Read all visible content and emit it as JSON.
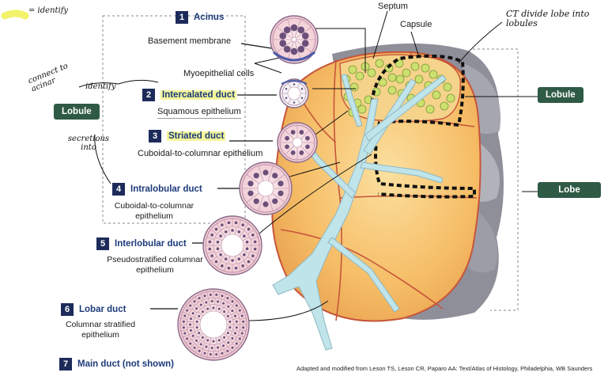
{
  "labels": {
    "acinus": "Acinus",
    "basement_membrane": "Basement membrane",
    "myoepithelial": "Myoepithelial cells",
    "septum": "Septum",
    "capsule": "Capsule",
    "lobule": "Lobule",
    "lobe": "Lobe"
  },
  "ducts": [
    {
      "num": "1",
      "name": "Acinus",
      "epithelium": ""
    },
    {
      "num": "2",
      "name": "Intercalated duct",
      "epithelium": "Squamous epithelium"
    },
    {
      "num": "3",
      "name": "Striated duct",
      "epithelium": "Cuboidal-to-columnar epithelium"
    },
    {
      "num": "4",
      "name": "Intralobular duct",
      "epithelium": "Cuboidal-to-columnar epithelium"
    },
    {
      "num": "5",
      "name": "Interlobular duct",
      "epithelium": "Pseudostratified columnar epithelium"
    },
    {
      "num": "6",
      "name": "Lobar duct",
      "epithelium": "Columnar stratified epithelium"
    },
    {
      "num": "7",
      "name": "Main duct (not shown)",
      "epithelium": ""
    }
  ],
  "handwritten": {
    "identify_top": "= identify",
    "connect": "connect to acinar",
    "identify_mid": "identify",
    "secretions": "secretions into",
    "ct_divide": "CT divide lobe into lobules"
  },
  "credit": "Adapted and modified from Leson TS, Leson CR, Paparo AA: Text/Atlas of Histology, Philadelphia, WB Saunders",
  "colors": {
    "nav_box": "#1d2b5a",
    "tag_green": "#2f5a45",
    "highlight": "#f3f59a",
    "duct": "#bfe4ea",
    "lobule_fill": "#f4b85c",
    "capsule_gray": "#8c8c97",
    "tissue_pink": "#f3d2d8"
  }
}
